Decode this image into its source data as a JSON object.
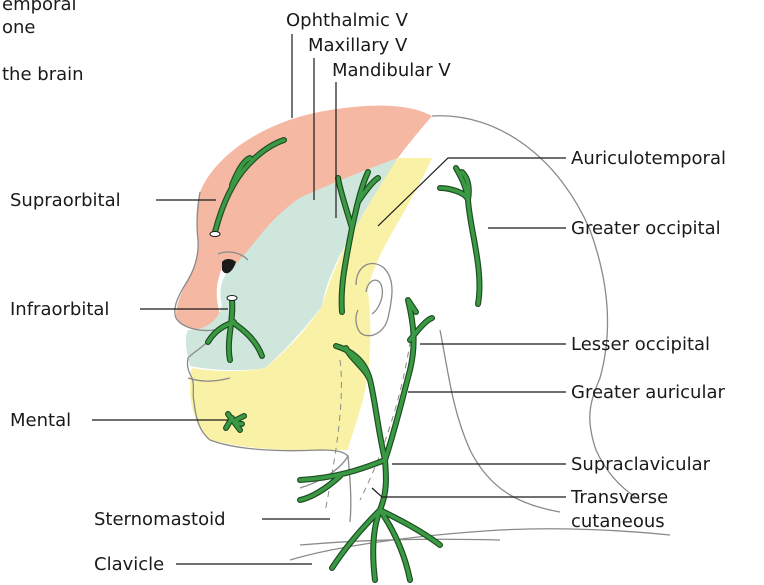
{
  "labels": {
    "top_partial_1": "emporal",
    "top_partial_2": "one",
    "top_partial_3": "the brain",
    "ophthalmic": "Ophthalmic V",
    "maxillary": "Maxillary V",
    "mandibular": "Mandibular V",
    "auriculotemporal": "Auriculotemporal",
    "greater_occipital": "Greater occipital",
    "lesser_occipital": "Lesser occipital",
    "greater_auricular": "Greater auricular",
    "supraclavicular": "Supraclavicular",
    "transverse_1": "Transverse",
    "transverse_2": "cutaneous",
    "supraorbital": "Supraorbital",
    "infraorbital": "Infraorbital",
    "mental": "Mental",
    "sternomastoid": "Sternomastoid",
    "clavicle": "Clavicle"
  },
  "colors": {
    "ophthalmic_zone": "#f4b8a3",
    "maxillary_zone": "#cfe6dc",
    "mandibular_zone": "#f9f2a6",
    "nerve_fill": "#3a9a44",
    "nerve_edge": "#1f4d23",
    "outline": "#8a8a8a",
    "text": "#1a1a1a"
  }
}
